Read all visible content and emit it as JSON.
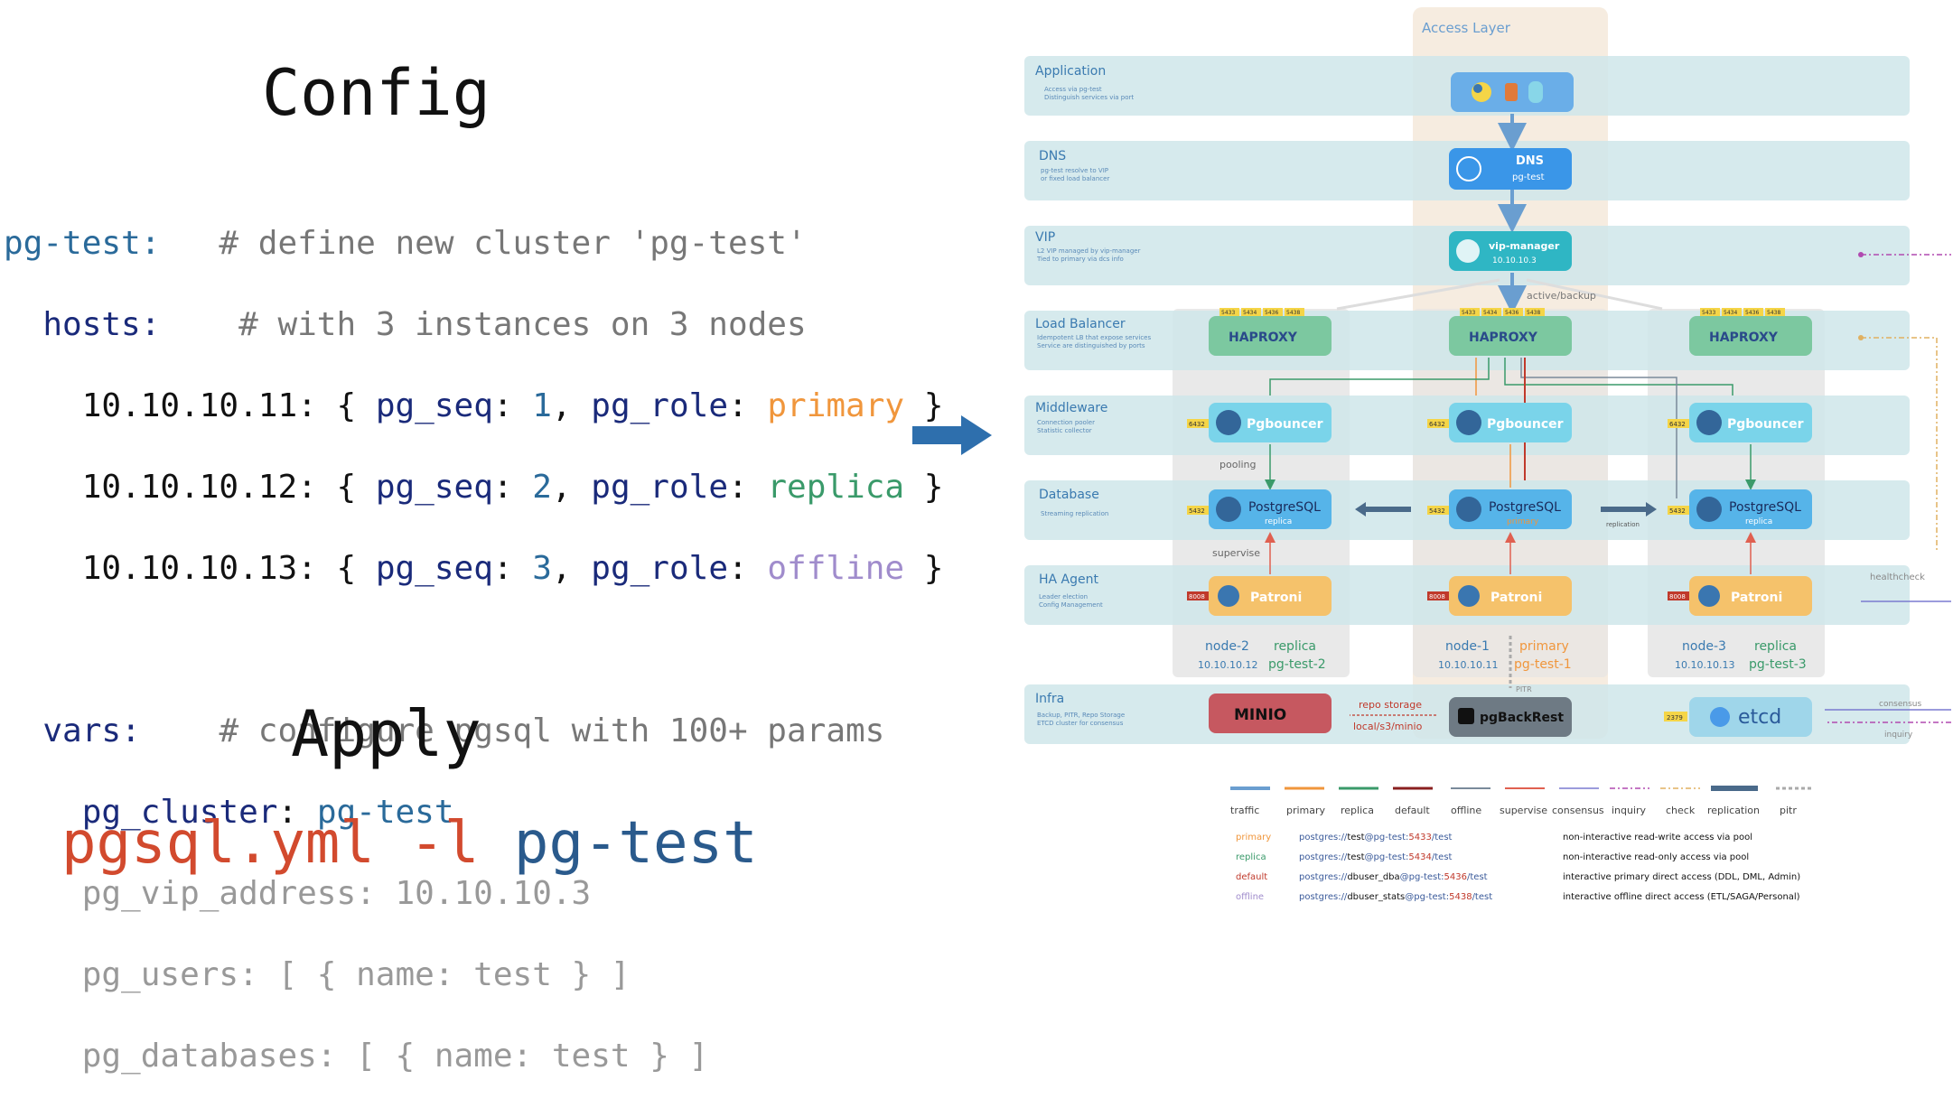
{
  "left": {
    "config_heading": "Config",
    "apply_heading": "Apply",
    "code": {
      "l1_key": "pg-test:",
      "l1_comment": "# define new cluster 'pg-test'",
      "l2_key": "hosts:",
      "l2_comment": "# with 3 instances on 3 nodes",
      "hosts": [
        {
          "ip": "10.10.10.11",
          "seq": "1",
          "role": "primary"
        },
        {
          "ip": "10.10.10.12",
          "seq": "2",
          "role": "replica"
        },
        {
          "ip": "10.10.10.13",
          "seq": "3",
          "role": "offline"
        }
      ],
      "seq_key": "pg_seq",
      "role_key": "pg_role",
      "vars_key": "vars:",
      "vars_comment": "# configure pgsql with 100+ params",
      "cluster_key": "pg_cluster",
      "cluster_val": "pg-test",
      "vip_line": "pg_vip_address: 10.10.10.3",
      "users_line": "pg_users: [ { name: test } ]",
      "dbs_line": "pg_databases: [ { name: test } ]"
    },
    "command": {
      "part1": "pgsql.yml -l",
      "part2": "pg-test"
    }
  },
  "diagram": {
    "access_layer": "Access Layer",
    "layers": [
      {
        "title": "Application",
        "desc1": "Access via pg-test",
        "desc2": "Distinguish services via port"
      },
      {
        "title": "DNS",
        "desc1": "pg-test resolve to VIP",
        "desc2": "or fixed load balancer"
      },
      {
        "title": "VIP",
        "desc1": "L2 VIP managed by vip-manager",
        "desc2": "Tied to primary via dcs info"
      },
      {
        "title": "Load Balancer",
        "desc1": "Idempotent LB that expose services",
        "desc2": "Service are distinguished by ports"
      },
      {
        "title": "Middleware",
        "desc1": "Connection pooler",
        "desc2": "Statistic collector"
      },
      {
        "title": "Database",
        "desc1": "Streaming replication",
        "desc2": ""
      },
      {
        "title": "HA Agent",
        "desc1": "Leader election",
        "desc2": "Config Management"
      },
      {
        "title": "Infra",
        "desc1": "Backup, PITR, Repo Storage",
        "desc2": "ETCD cluster for consensus"
      }
    ],
    "dns_box": {
      "title": "DNS",
      "sub": "pg-test"
    },
    "vip_box": {
      "title": "vip-manager",
      "sub": "10.10.10.3"
    },
    "active_backup": "active/backup",
    "haproxy": "HAPROXY",
    "haproxy_ports": [
      "5433",
      "5434",
      "5436",
      "5438"
    ],
    "pgbouncer": "Pgbouncer",
    "pgbouncer_port": "6432",
    "postgres": "PostgreSQL",
    "pg_port": "5432",
    "patroni": "Patroni",
    "patroni_port": "8008",
    "pooling": "pooling",
    "supervise": "supervise",
    "replication": "replication",
    "healthcheck": "healthcheck",
    "consensus": "consensus",
    "inquiry": "inquiry",
    "pitr": "PITR",
    "repo_storage": "repo storage",
    "repo_path": "local/s3/minio",
    "minio": "MINIO",
    "pgbackrest": "pgBackRest",
    "etcd": "etcd",
    "etcd_port": "2379",
    "nodes": [
      {
        "name": "node-2",
        "ip": "10.10.10.12",
        "role": "replica",
        "inst": "pg-test-2",
        "pg_sub": "replica"
      },
      {
        "name": "node-1",
        "ip": "10.10.10.11",
        "role": "primary",
        "inst": "pg-test-1",
        "pg_sub": "primary"
      },
      {
        "name": "node-3",
        "ip": "10.10.10.13",
        "role": "replica",
        "inst": "pg-test-3",
        "pg_sub": "replica"
      }
    ],
    "legend": [
      "traffic",
      "primary",
      "replica",
      "default",
      "offline",
      "supervise",
      "consensus",
      "inquiry",
      "check",
      "replication",
      "pitr"
    ],
    "services": [
      {
        "name": "primary",
        "user": "test",
        "port": "5433",
        "desc": "non-interactive read-write access via pool"
      },
      {
        "name": "replica",
        "user": "test",
        "port": "5434",
        "desc": "non-interactive read-only access via pool"
      },
      {
        "name": "default",
        "user": "dbuser_dba",
        "port": "5436",
        "desc": "interactive primary direct access (DDL, DML, Admin)"
      },
      {
        "name": "offline",
        "user": "dbuser_stats",
        "port": "5438",
        "desc": "interactive offline direct access (ETL/SAGA/Personal)"
      }
    ],
    "url_prefix": "postgres://",
    "url_host": "@pg-test:",
    "url_db": "/test",
    "colors": {
      "primary": "#f0963c",
      "replica": "#3a9a6a",
      "default": "#c0392b",
      "offline": "#a08ccc",
      "traffic": "#6a9ed0"
    }
  }
}
